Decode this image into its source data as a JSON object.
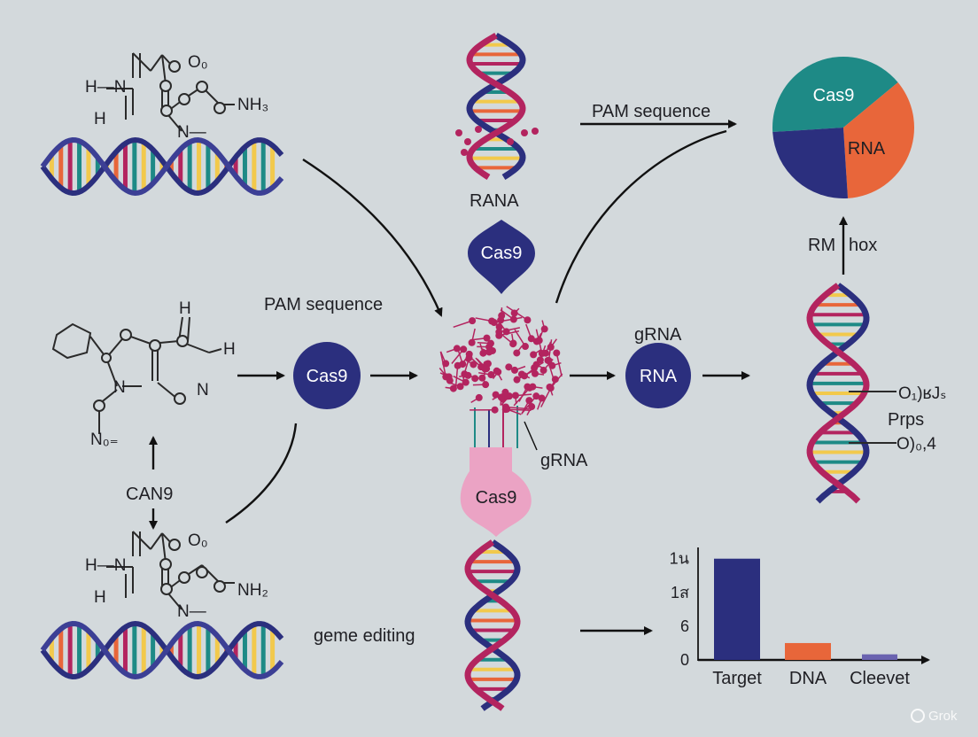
{
  "labels": {
    "pam_sequence_top": "PAM sequence",
    "pam_sequence_mid": "PAM sequence",
    "rana": "RANA",
    "grna_mid": "gRNA",
    "grna_complex": "gRNA",
    "can9": "CAN9",
    "geme_editing": "geme editing",
    "rm_hox_left": "RM",
    "rm_hox_right": "hox",
    "prps": "Prps",
    "o1_label": "O₁)ʁJₛ",
    "o2_label": "O)₀,4"
  },
  "nodes": {
    "cas9_diamond": "Cas9",
    "cas9_circle": "Cas9",
    "rna_circle": "RNA",
    "cas9_pink": "Cas9"
  },
  "molecules": {
    "top": {
      "h_n": "H—N",
      "h": "H",
      "o0": "O₀",
      "nh": "NH₃",
      "n": "N—"
    },
    "mid": {
      "h": "H",
      "h2": "H",
      "n": "N",
      "n_ring": "N",
      "n0": "N₀₌"
    },
    "bottom": {
      "h_n": "H—N",
      "h": "H",
      "o0": "O₀",
      "nh": "NH₂",
      "n": "N—"
    }
  },
  "pie": {
    "slices": [
      {
        "label": "Cas9",
        "fraction": 0.4,
        "color": "#1e8a86"
      },
      {
        "label": "RNA",
        "fraction": 0.35,
        "color": "#e8663a"
      },
      {
        "label": "",
        "fraction": 0.25,
        "color": "#2b2f7e"
      }
    ]
  },
  "chart_data": {
    "type": "bar",
    "categories": [
      "Target",
      "DNA",
      "Cleevet"
    ],
    "values": [
      18,
      3,
      1
    ],
    "colors": [
      "#2b2f7e",
      "#e8663a",
      "#6a63b0"
    ],
    "ytick_labels": [
      "0",
      "6",
      "1ส",
      "1น"
    ],
    "ytick_values": [
      0,
      6,
      12,
      18
    ],
    "ylim": [
      0,
      20
    ]
  },
  "colors": {
    "navy": "#2b2f7e",
    "teal": "#1e8a86",
    "orange": "#e8663a",
    "magenta": "#b3245f",
    "pink": "#eba3c4",
    "yellow": "#f2c94c",
    "background": "#d3d9dc"
  },
  "watermark": "Grok"
}
